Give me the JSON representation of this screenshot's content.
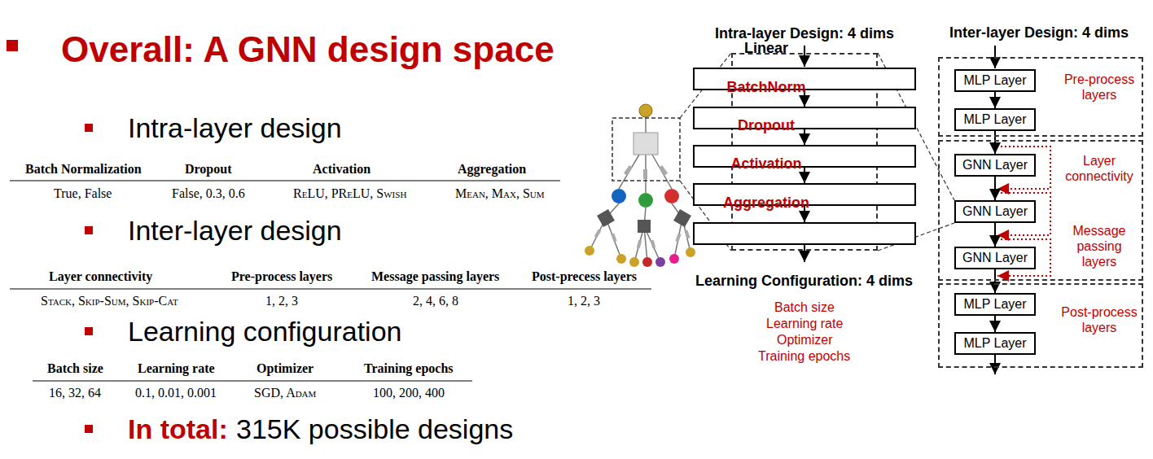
{
  "diagram": {
    "title": "Overall: A GNN design space",
    "nodes": [
      {
        "text": [
          "Intra-layer Design: 4 dims"
        ]
      },
      {
        "text": [
          "Linear"
        ],
        "in": 0
      },
      {
        "text": [
          "BatchNorm"
        ],
        "in": 0
      },
      {
        "text": [
          "Dropout"
        ],
        "in": 0
      },
      {
        "text": [
          "Activation"
        ],
        "in": 0
      },
      {
        "text": [
          "Aggregation"
        ],
        "in": 0
      },
      {
        "text": [
          "Pre-process layers"
        ]
      },
      {
        "text": [
          "MLP Layer"
        ],
        "in": 6
      },
      {
        "text": [
          "MLP Layer"
        ],
        "in": 6
      },
      {
        "text": [
          "Layer connectivity",
          "Message passing layers"
        ]
      },
      {
        "text": [
          "GNN Layer"
        ],
        "in": 9
      },
      {
        "text": [
          "GNN Layer"
        ],
        "in": 9
      },
      {
        "text": [
          "GNN Layer"
        ],
        "in": 9
      },
      {
        "text": [
          "Post-process layers"
        ]
      },
      {
        "text": [
          "MLP Layer"
        ],
        "in": 13
      },
      {
        "text": [
          "MLP Layer"
        ],
        "in": 13
      }
    ],
    "edges": [
      {
        "from": 1,
        "to": 2,
        "arrow": "to"
      },
      {
        "from": 2,
        "to": 3,
        "arrow": "to"
      },
      {
        "from": 3,
        "to": 4,
        "arrow": "to"
      },
      {
        "from": 4,
        "to": 5,
        "arrow": "to"
      },
      {
        "from": 7,
        "to": 8,
        "arrow": "to"
      },
      {
        "from": 8,
        "to": 10,
        "arrow": "to"
      },
      {
        "from": 10,
        "to": 11,
        "arrow": "to"
      },
      {
        "from": 11,
        "to": 12,
        "arrow": "to"
      },
      {
        "from": 12,
        "to": 14,
        "arrow": "to"
      },
      {
        "from": 14,
        "to": 15,
        "arrow": "to"
      }
    ],
    "labels": [
      "Intra-layer design",
      "Batch Normalization",
      "Dropout",
      "Activation",
      "Aggregation",
      "True, False",
      "False, 0.3, 0.6",
      "ReLU, PReLU, Swish",
      "Mean, Max, Sum",
      "Inter-layer design",
      "Layer connectivity",
      "Pre-process layers",
      "Message passing layers",
      "Post-precess layers",
      "Stack, Skip-Sum, Skip-Cat",
      "1, 2, 3",
      "2, 4, 6, 8",
      "1, 2, 3",
      "Learning configuration",
      "Batch size",
      "Learning rate",
      "Optimizer",
      "Training epochs",
      "16, 32, 64",
      "0.1, 0.01, 0.001",
      "SGD, Adam",
      "100, 200, 400",
      "In total:",
      "315K possible designs",
      "Inter-layer Design: 4 dims",
      "Learning Configuration: 4 dims",
      "Batch size",
      "Learning rate",
      "Optimizer",
      "Training epochs"
    ]
  }
}
